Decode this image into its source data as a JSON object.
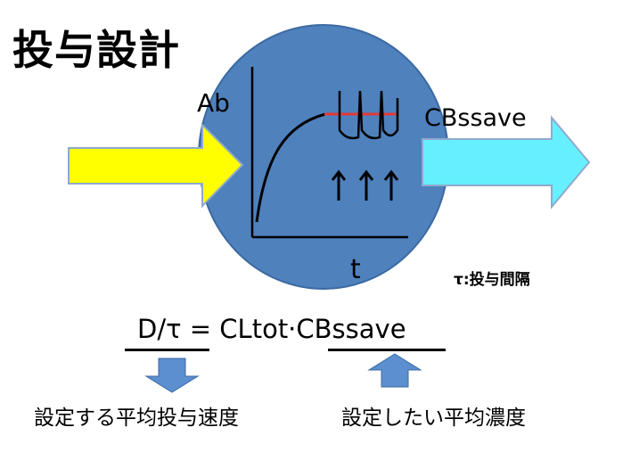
{
  "title": "投与設計",
  "diagram": {
    "y_axis_label": "Ab",
    "x_axis_label": "t",
    "output_label": "CBssave",
    "tau_note": "τ:投与間隔",
    "colors": {
      "body_circle": "#4f81bd",
      "input_arrow": "#ffff00",
      "output_arrow": "#66f0ff",
      "steady_state_line": "#e03a3a",
      "small_arrows": "#5b8fcf"
    }
  },
  "formula": {
    "text": "D/τ = CLtot·CBssave"
  },
  "captions": {
    "left": "設定する平均投与速度",
    "right": "設定したい平均濃度"
  }
}
